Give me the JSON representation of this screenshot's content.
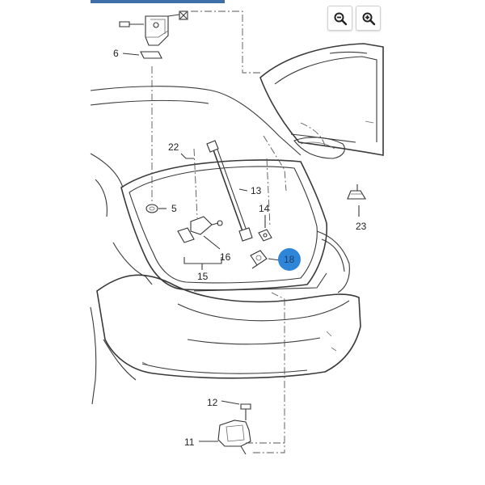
{
  "toolbar": {
    "zoom_out_icon": "zoom-out-icon",
    "zoom_in_icon": "zoom-in-icon"
  },
  "callouts": {
    "c6": "6",
    "c22": "22",
    "c13": "13",
    "c5": "5",
    "c14": "14",
    "c16": "16",
    "c15": "15",
    "c18": "18",
    "c23": "23",
    "c12": "12",
    "c11": "11"
  },
  "highlight": {
    "active_part": "18",
    "color": "#2f86d8"
  },
  "colors": {
    "accent": "#3f6ea8",
    "line": "#3a3a3a"
  }
}
